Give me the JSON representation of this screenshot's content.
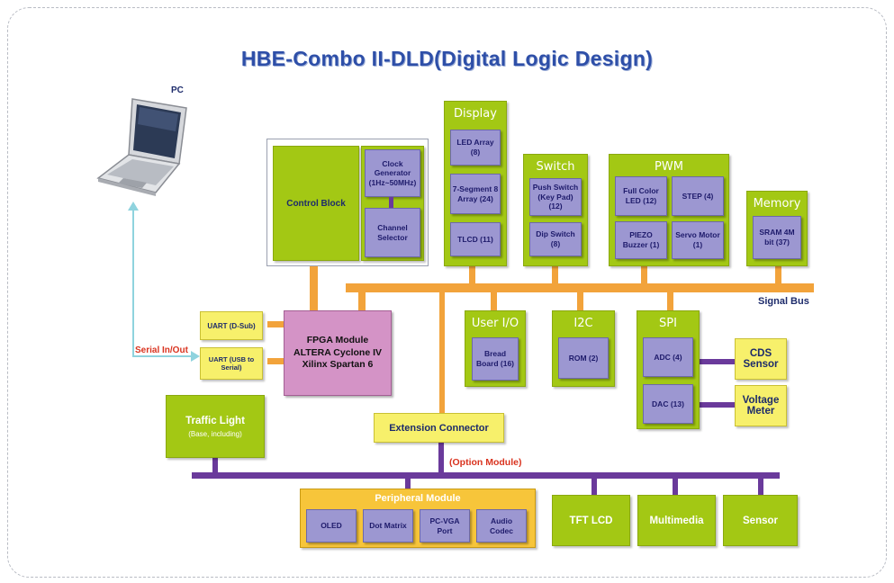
{
  "title": "HBE-Combo II-DLD(Digital Logic Design)",
  "pc_label": "PC",
  "serial_label": "Serial In/Out",
  "control": {
    "control_block": "Control Block",
    "clock_generator": "Clock Generator (1Hz~50MHz)",
    "channel_selector": "Channel Selector"
  },
  "display": {
    "title": "Display",
    "items": [
      "LED Array (8)",
      "7-Segment 8 Array (24)",
      "TLCD (11)"
    ]
  },
  "switch": {
    "title": "Switch",
    "items": [
      "Push Switch (Key Pad) (12)",
      "Dip Switch (8)"
    ]
  },
  "pwm": {
    "title": "PWM",
    "items": [
      "Full Color LED (12)",
      "STEP (4)",
      "PIEZO Buzzer (1)",
      "Servo Motor (1)"
    ]
  },
  "memory": {
    "title": "Memory",
    "items": [
      "SRAM 4M bit (37)"
    ]
  },
  "signal_bus": "Signal Bus",
  "uart_dsub": "UART (D-Sub)",
  "uart_usb": "UART (USB to Serial)",
  "fpga": {
    "line1": "FPGA Module",
    "line2": "ALTERA Cyclone IV",
    "line3": "Xilinx Spartan 6"
  },
  "user_io": {
    "title": "User I/O",
    "items": [
      "Bread Board (16)"
    ]
  },
  "i2c": {
    "title": "I2C",
    "items": [
      "ROM (2)"
    ]
  },
  "spi": {
    "title": "SPI",
    "items": [
      "ADC (4)",
      "DAC (13)"
    ]
  },
  "cds_sensor": "CDS Sensor",
  "voltage_meter": "Voltage Meter",
  "traffic_light": {
    "line1": "Traffic Light",
    "line2": "(Base, including)"
  },
  "extension_connector": "Extension Connector",
  "option_module": "(Option Module)",
  "peripheral": {
    "title": "Peripheral Module",
    "items": [
      "OLED",
      "Dot Matrix",
      "PC-VGA Port",
      "Audio Codec"
    ]
  },
  "tft_lcd": "TFT LCD",
  "multimedia": "Multimedia",
  "sensor": "Sensor",
  "colors": {
    "title": "#2e4fa8",
    "green": "#a3c814",
    "purple_box": "#9c97d1",
    "yellow": "#f7f06b",
    "pink": "#d493c6",
    "orange_bus": "#f2a33b",
    "purple_bus": "#6a3a9b",
    "serial_line": "#8fd3de",
    "red_label": "#d9331f"
  }
}
